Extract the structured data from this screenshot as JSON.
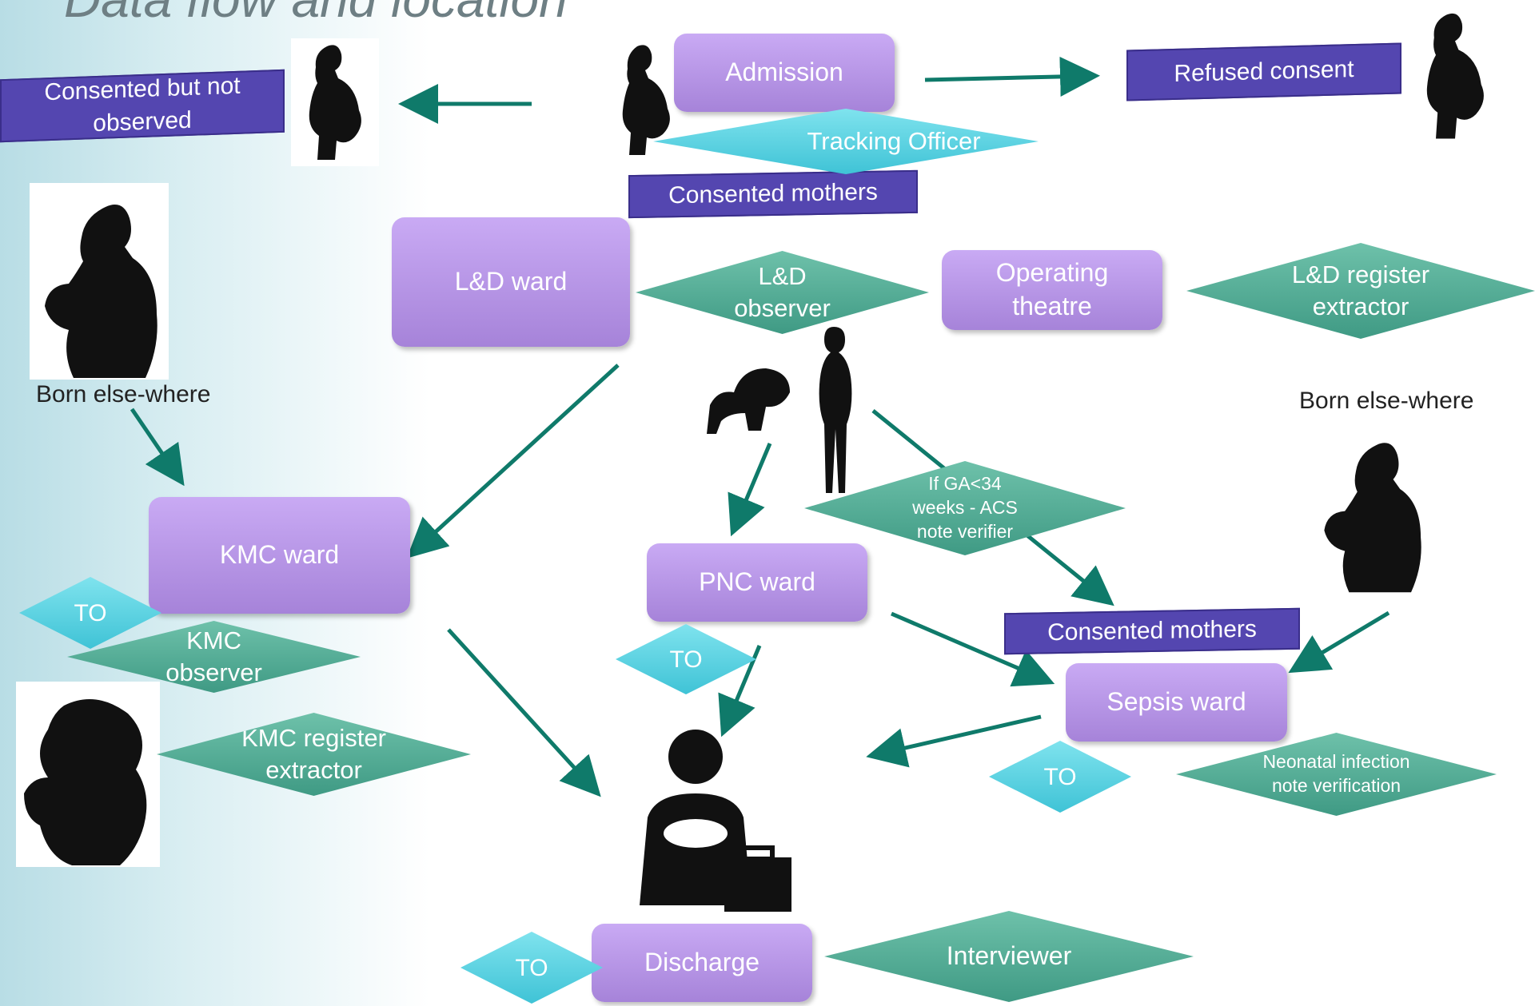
{
  "title": "Data flow and location",
  "boxes": {
    "admission": "Admission",
    "ld_ward": "L&D ward",
    "operating_theatre": "Operating theatre",
    "kmc_ward": "KMC ward",
    "pnc_ward": "PNC ward",
    "sepsis_ward": "Sepsis ward",
    "discharge": "Discharge"
  },
  "banners": {
    "consented_not_observed": "Consented but not observed",
    "refused_consent": "Refused consent",
    "consented_mothers_top": "Consented mothers",
    "consented_mothers_mid": "Consented mothers"
  },
  "diamonds": {
    "tracking_officer": "Tracking Officer",
    "ld_observer": "L&D observer",
    "ld_register_extractor": "L&D register extractor",
    "acs_note_verifier": "If GA<34 weeks - ACS note verifier",
    "kmc_to": "TO",
    "kmc_observer": "KMC observer",
    "kmc_register_extractor": "KMC register extractor",
    "pnc_to": "TO",
    "sepsis_to": "TO",
    "neonatal_infection": "Neonatal infection note verification",
    "discharge_to": "TO",
    "interviewer": "Interviewer"
  },
  "labels": {
    "born_elsewhere_left": "Born else-where",
    "born_elsewhere_right": "Born else-where"
  },
  "colors": {
    "box": "#b894e6",
    "banner": "#5446b0",
    "teal_diamond": "#52a892",
    "cyan_diamond": "#5ad0e0",
    "arrow": "#0f7a6a"
  }
}
